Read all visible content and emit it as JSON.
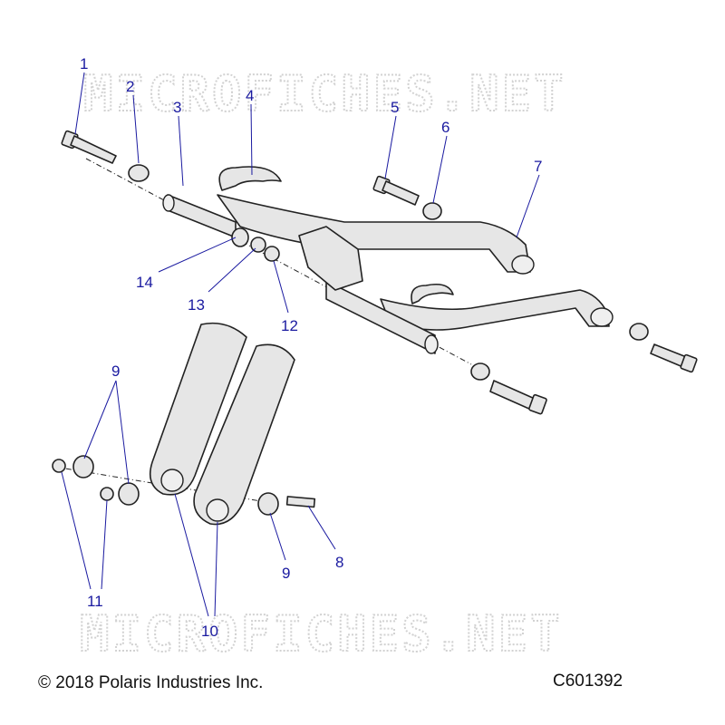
{
  "watermark": "MICROFICHES.NET",
  "footer": {
    "copyright": "© 2018 Polaris Industries Inc.",
    "code": "C601392"
  },
  "callouts": [
    "1",
    "2",
    "3",
    "4",
    "5",
    "6",
    "7",
    "8",
    "9",
    "9",
    "10",
    "11",
    "12",
    "13",
    "14"
  ],
  "colors": {
    "callout": "#1a1aa0",
    "part_fill": "#e6e6e6",
    "outline": "#222222"
  }
}
